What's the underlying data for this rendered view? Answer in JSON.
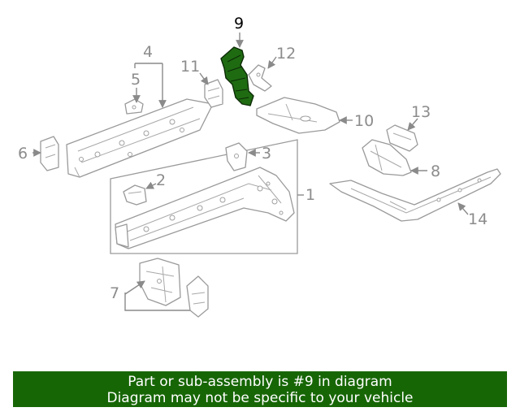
{
  "callouts": {
    "c1": "1",
    "c2": "2",
    "c3": "3",
    "c4": "4",
    "c5": "5",
    "c6": "6",
    "c7": "7",
    "c8": "8",
    "c9": "9",
    "c10": "10",
    "c11": "11",
    "c12": "12",
    "c13": "13",
    "c14": "14"
  },
  "highlight": {
    "part": "9",
    "color": "#1f6b12"
  },
  "banner": {
    "line1": "Part or sub-assembly is #9 in diagram",
    "line2": "Diagram may not be specific to your vehicle",
    "background": "#176606"
  }
}
